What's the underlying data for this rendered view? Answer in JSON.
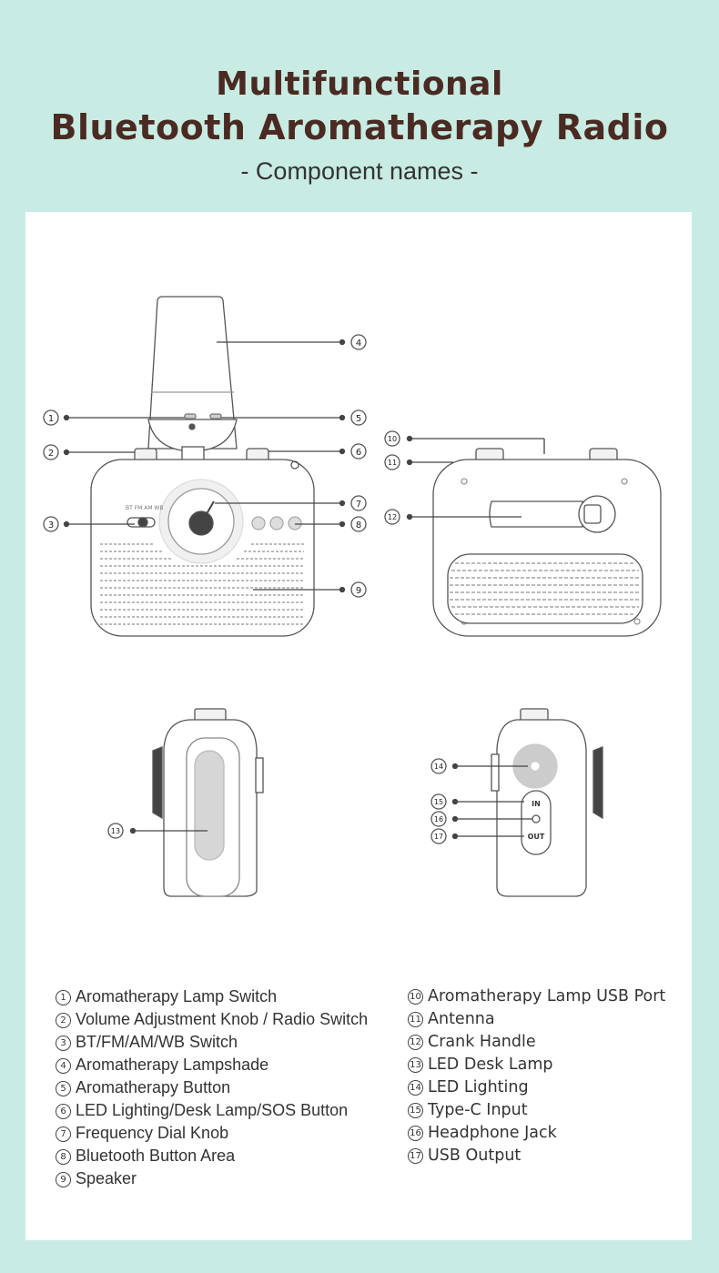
{
  "header": {
    "title_line1": "Multifunctional",
    "title_line2": "Bluetooth Aromatherapy Radio",
    "subtitle": "- Component names -"
  },
  "radio_labels": {
    "bands": "BT  FM  AM  WB",
    "in": "IN",
    "out": "OUT"
  },
  "callouts": [
    "1",
    "2",
    "3",
    "4",
    "5",
    "6",
    "7",
    "8",
    "9",
    "10",
    "11",
    "12",
    "13",
    "14",
    "15",
    "16",
    "17"
  ],
  "legend_left": [
    {
      "num": "1",
      "label": "Aromatherapy Lamp Switch"
    },
    {
      "num": "2",
      "label": "Volume Adjustment Knob / Radio Switch"
    },
    {
      "num": "3",
      "label": "BT/FM/AM/WB Switch"
    },
    {
      "num": "4",
      "label": "Aromatherapy Lampshade"
    },
    {
      "num": "5",
      "label": "Aromatherapy Button"
    },
    {
      "num": "6",
      "label": "LED Lighting/Desk Lamp/SOS Button"
    },
    {
      "num": "7",
      "label": "Frequency Dial Knob"
    },
    {
      "num": "8",
      "label": "Bluetooth Button Area"
    },
    {
      "num": "9",
      "label": "Speaker"
    }
  ],
  "legend_right": [
    {
      "num": "10",
      "label": "Aromatherapy Lamp USB Port"
    },
    {
      "num": "11",
      "label": "Antenna"
    },
    {
      "num": "12",
      "label": "Crank Handle"
    },
    {
      "num": "13",
      "label": "LED Desk Lamp"
    },
    {
      "num": "14",
      "label": "LED Lighting"
    },
    {
      "num": "15",
      "label": "Type-C Input"
    },
    {
      "num": "16",
      "label": "Headphone Jack"
    },
    {
      "num": "17",
      "label": "USB Output"
    }
  ],
  "colors": {
    "background": "#c8ece3",
    "title": "#4a2a22",
    "panel": "#ffffff",
    "line": "#555555"
  }
}
